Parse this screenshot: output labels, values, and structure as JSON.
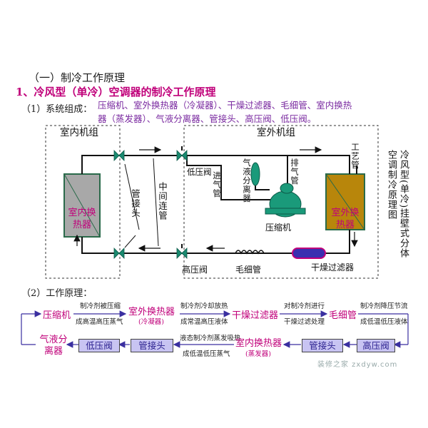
{
  "headings": {
    "section": "（一）制冷工作原理",
    "subsection": "1、冷风型（单冷）空调器的制冷工作原理",
    "composition_label": "（1）系统组成：",
    "composition_line1": "压缩机、室外换热器（冷凝器）、干燥过滤器、毛细管、室内换热",
    "composition_line2": "器（蒸发器）、气液分离器、管接头、高压阀、低压阀。",
    "principle_label": "（2）工作原理："
  },
  "diagram": {
    "indoor_unit": "室内机组",
    "outdoor_unit": "室外机组",
    "indoor_hx": "室内换热器",
    "outdoor_hx": "室外换热器",
    "pipe_joint": "管接头",
    "middle_pipe": "中间连管",
    "low_valve": "低压阀",
    "high_valve": "高压阀",
    "intake_pipe": "进气管",
    "separator": "气液分离器",
    "exhaust_pipe": "排气管",
    "compressor": "压缩机",
    "process_pipe": "工艺管",
    "capillary": "毛细管",
    "dryer": "干燥过滤器",
    "side_title": "冷风型(单冷)挂壁式分体空调制冷原理图"
  },
  "flow": {
    "compressor": "压缩机",
    "step1_top": "制冷剂被压缩",
    "step1_bottom": "成高温高压蒸气",
    "outdoor_hx": "室外换热器",
    "outdoor_hx_sub": "(冷凝器)",
    "step2_top": "制冷剂冷却放热",
    "step2_bottom": "成常温高压液体",
    "dryer": "干燥过滤器",
    "step3_top": "对制冷剂进行",
    "step3_bottom": "干燥过滤处理",
    "capillary": "毛细管",
    "step4_top": "制冷剂降压节流",
    "step4_bottom": "成低温低压液体",
    "separator": "气液分离器",
    "low_valve": "低压阀",
    "joint1": "管接头",
    "step5_top": "液态制冷剂蒸发吸热",
    "step5_bottom": "成低温低压蒸气",
    "indoor_hx": "室内换热器",
    "indoor_hx_sub": "(蒸发器)",
    "joint2": "管接头",
    "high_valve": "高压阀"
  },
  "watermark": "装修之家 zxdyw.com",
  "colors": {
    "magenta": "#c0007a",
    "purple_text": "#7a2aa0",
    "indoor_hx_fill": "#a8a8a8",
    "outdoor_hx_fill": "#b8860b",
    "valve": "#1a8a70",
    "box_fill": "#c8c4f2"
  }
}
